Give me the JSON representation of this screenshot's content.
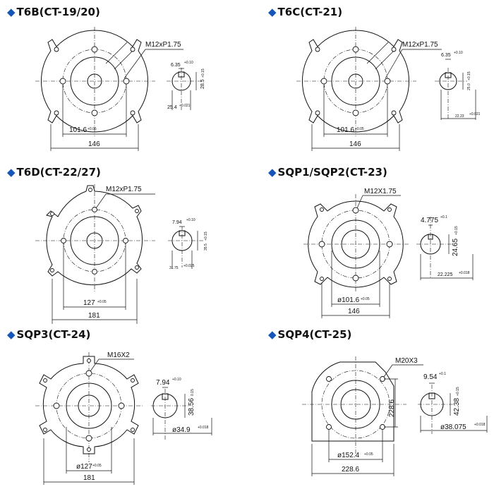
{
  "panels": [
    {
      "id": "t6b",
      "title": "T6B(CT-19/20)",
      "thread": "M12xP1.75",
      "bolt_circle": "101.6",
      "bolt_circle_tol": "+0.05",
      "width": "146",
      "key": "6.35",
      "key_tol": "+0.10",
      "shaft_height": "28.5",
      "shaft_height_tol": "+0.15",
      "shaft_dia": "25.4",
      "shaft_dia_tol": "+0.021"
    },
    {
      "id": "t6c",
      "title": "T6C(CT-21)",
      "thread": "M12xP1.75",
      "bolt_circle": "101.6",
      "bolt_circle_tol": "+0.05",
      "width": "146",
      "key": "6.35",
      "key_tol": "+0.10",
      "shaft_height": "25.0",
      "shaft_height_tol": "+0.15",
      "shaft_dia": "22.23",
      "shaft_dia_tol": "+0.021"
    },
    {
      "id": "t6d",
      "title": "T6D(CT-22/27)",
      "thread": "M12xP1.75",
      "bolt_circle": "127",
      "bolt_circle_tol": "+0.05",
      "width": "181",
      "key": "7.94",
      "key_tol": "+0.10",
      "shaft_height": "35.5",
      "shaft_height_tol": "+0.15",
      "shaft_dia": "31.75",
      "shaft_dia_tol": "+0.025"
    },
    {
      "id": "sqp1",
      "title": "SQP1/SQP2(CT-23)",
      "thread": "M12X1.75",
      "bolt_circle": "ø101.6",
      "bolt_circle_tol": "+0.05",
      "width": "146",
      "key": "4.775",
      "key_tol": "+0.1",
      "shaft_height": "24.65",
      "shaft_height_tol": "+0.15",
      "shaft_dia": "22.225",
      "shaft_dia_tol": "+0.018"
    },
    {
      "id": "sqp3",
      "title": "SQP3(CT-24)",
      "thread": "M16X2",
      "bolt_circle": "ø127",
      "bolt_circle_tol": "+0.05",
      "width": "181",
      "key": "7.94",
      "key_tol": "+0.10",
      "shaft_height": "38.56",
      "shaft_height_tol": "0.15",
      "shaft_dia": "ø34.9",
      "shaft_dia_tol": "+0.018"
    },
    {
      "id": "sqp4",
      "title": "SQP4(CT-25)",
      "thread": "M20X3",
      "bolt_circle": "ø152.4",
      "bolt_circle_tol": "+0.05",
      "width": "228.6",
      "flange_height": "228.6",
      "key": "9.54",
      "key_tol": "+0.1",
      "shaft_height": "42.38",
      "shaft_height_tol": "+0.15",
      "shaft_dia": "ø38.075",
      "shaft_dia_tol": "+0.018"
    }
  ]
}
